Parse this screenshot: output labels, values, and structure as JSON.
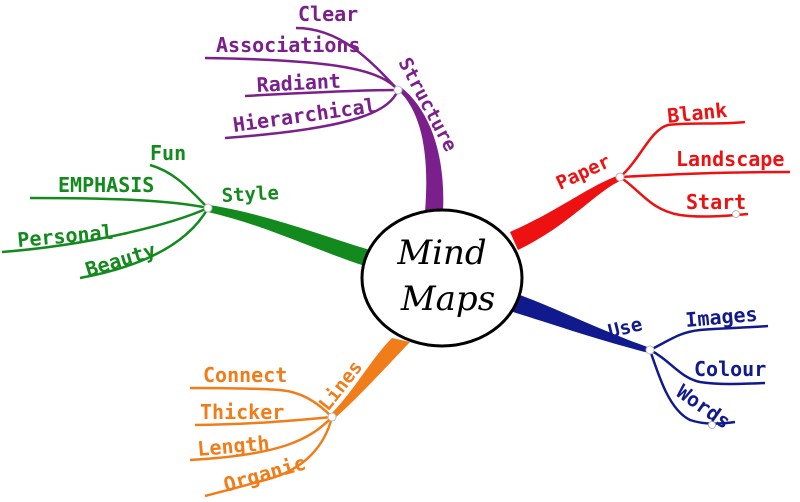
{
  "center": {
    "line1": "Mind",
    "line2": "Maps"
  },
  "colors": {
    "structure": "#7a1f8c",
    "paper": "#ee1111",
    "use": "#111a8c",
    "lines": "#f07d1a",
    "style": "#138a1d"
  },
  "branches": {
    "structure": {
      "label": "Structure",
      "items": [
        "Clear",
        "Associations",
        "Radiant",
        "Hierarchical"
      ]
    },
    "paper": {
      "label": "Paper",
      "items": [
        "Blank",
        "Landscape",
        "Start"
      ]
    },
    "use": {
      "label": "Use",
      "items": [
        "Images",
        "Colour",
        "Words"
      ]
    },
    "lines": {
      "label": "Lines",
      "items": [
        "Connect",
        "Thicker",
        "Length",
        "Organic"
      ]
    },
    "style": {
      "label": "Style",
      "items": [
        "Fun",
        "EMPHASIS",
        "Personal",
        "Beauty"
      ]
    }
  }
}
